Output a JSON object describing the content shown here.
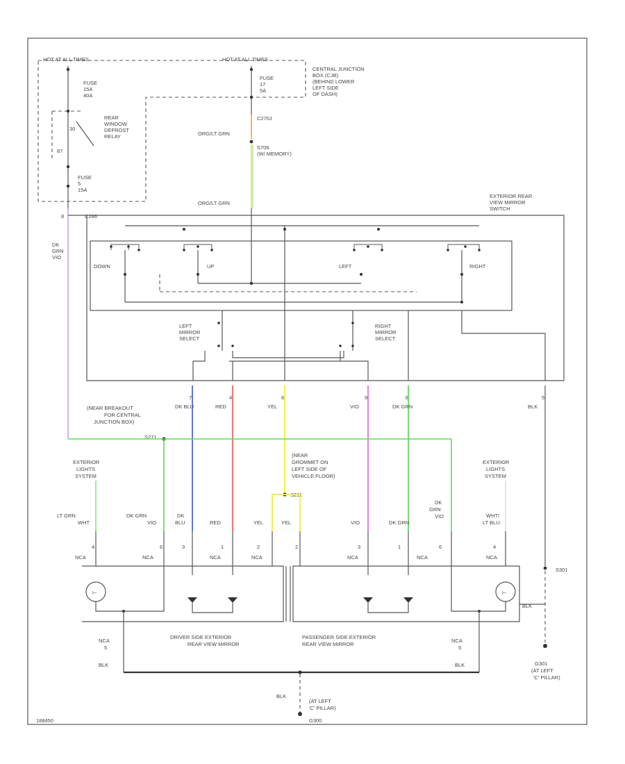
{
  "labels": {
    "hot_run": "HOT AT ALL TIMES",
    "hot_all": "HOT AT ALL TIMES",
    "cjb": [
      "CENTRAL JUNCTION",
      "BOX (CJB)",
      "(BEHIND LOWER",
      "LEFT SIDE",
      "OF DASH)"
    ],
    "fuse_a": [
      "FUSE",
      "15A",
      "40A"
    ],
    "fuse_b": [
      "FUSE",
      "17",
      "5A"
    ],
    "fuse_c": [
      "FUSE",
      "5",
      "15A"
    ],
    "relay": [
      "REAR",
      "WINDOW",
      "DEFROST",
      "RELAY"
    ],
    "pin30": "30",
    "pin87": "87",
    "conn_c270": "C270J",
    "wire_orglt_grn_1": "ORG/LT GRN",
    "splice_s706": [
      "S706",
      "(W/ MEMORY)"
    ],
    "wire_orglt_grn_2": "ORG/LT GRN",
    "c286": "C286",
    "pin8": "8",
    "switch_title": [
      "EXTERIOR REAR",
      "VIEW MIRROR",
      "SWITCH"
    ],
    "dk_grn_vio": [
      "DK",
      "GRN",
      "VIO"
    ],
    "down": "DOWN",
    "up": "UP",
    "left": "LEFT",
    "right": "RIGHT",
    "left_select": [
      "LEFT",
      "MIRROR",
      "SELECT"
    ],
    "right_select": [
      "RIGHT",
      "MIRROR",
      "SELECT"
    ],
    "sw_pins": [
      "7",
      "4",
      "6",
      "9",
      "3"
    ],
    "sw_wires": [
      "DK BLU",
      "RED",
      "YEL",
      "VIO",
      "DK GRN"
    ],
    "blk_pin": "5",
    "blk": "BLK",
    "breakout": [
      "(NEAR BREAKOUT",
      "FOR CENTRAL",
      "JUNCTION BOX)"
    ],
    "s271": "S271",
    "grommet": [
      "(NEAR",
      "GROMMET ON",
      "LEFT SIDE OF",
      "VEHICLE FLOOR)"
    ],
    "s211": "S211",
    "ext_lights_l": [
      "EXTERIOR",
      "LIGHTS",
      "SYSTEM"
    ],
    "ext_lights_r": [
      "EXTERIOR",
      "LIGHTS",
      "SYSTEM"
    ],
    "lower_wires": [
      "LT GRN",
      "DK GRN",
      "DK",
      "RED",
      "YEL",
      "YEL",
      "VIO",
      "DK GRN",
      "DK",
      "WHT/"
    ],
    "lower_wires2": [
      "WHT",
      "VIO",
      "BLU",
      "",
      "",
      "",
      "",
      "",
      "GRN",
      "LT BLU"
    ],
    "lower_pins": [
      "4",
      "6",
      "3",
      "1",
      "2",
      "2",
      "3",
      "1",
      "6",
      "4"
    ],
    "nca": "NCA",
    "driver_mirror": [
      "DRIVER SIDE EXTERIOR",
      "REAR VIEW MIRROR"
    ],
    "pass_mirror": [
      "PASSENGER SIDE EXTERIOR",
      "REAR VIEW MIRROR"
    ],
    "s301": "S301",
    "g301": "G301",
    "g301_loc": [
      "(AT LEFT",
      "'C' PILLAR)"
    ],
    "g301b": [
      "G301",
      "(AT LEFT",
      "'C' PILLAR)"
    ],
    "g300": "G300",
    "nca5": [
      "NCA",
      "5"
    ],
    "blk_bottom": "BLK",
    "fig_id": "188450"
  },
  "colors": {
    "orange": "#f0a050",
    "yellow": "#f5f040",
    "green": "#60d860",
    "blue": "#4b64e6",
    "red": "#f06464",
    "violet": "#e66ee6",
    "lt_violet": "#c8a0e6",
    "lt_green": "#7ee87e",
    "gray": "#555555"
  }
}
